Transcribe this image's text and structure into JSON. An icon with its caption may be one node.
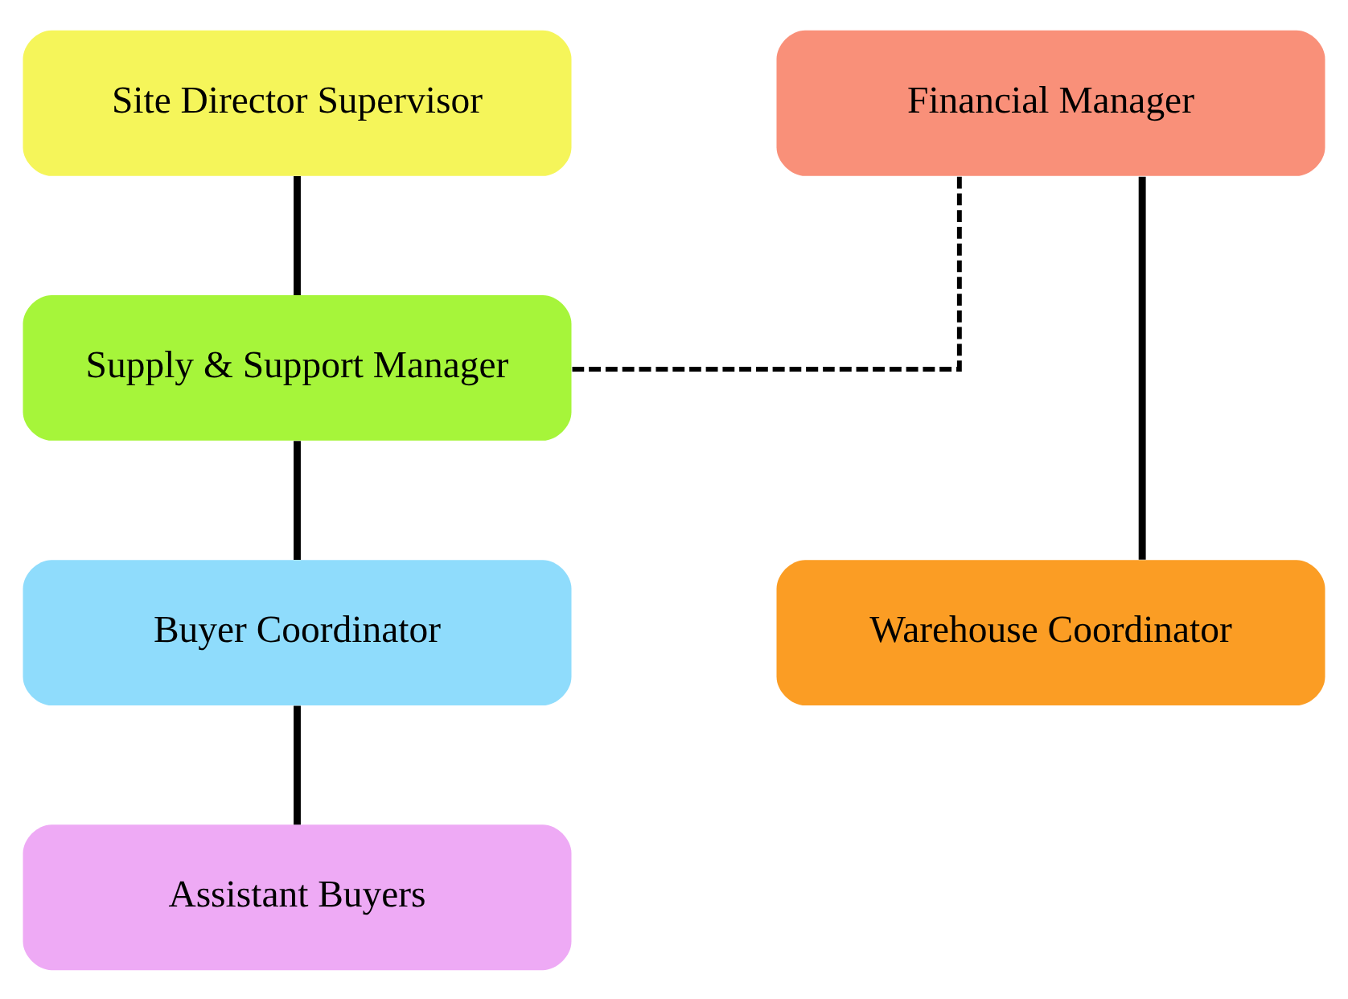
{
  "diagram": {
    "nodes": [
      {
        "text": [
          "Site Director Supervisor"
        ]
      },
      {
        "text": [
          "Financial Manager"
        ]
      },
      {
        "text": [
          "Supply & Support Manager"
        ]
      },
      {
        "text": [
          "Buyer Coordinator"
        ]
      },
      {
        "text": [
          "Warehouse Coordinator"
        ]
      },
      {
        "text": [
          "Assistant Buyers"
        ]
      }
    ],
    "edges": [
      {
        "from": 0,
        "to": 2,
        "arrow": "none"
      },
      {
        "from": 2,
        "to": 1,
        "arrow": "none",
        "style": "dashed"
      },
      {
        "from": 1,
        "to": 4,
        "arrow": "none"
      },
      {
        "from": 2,
        "to": 3,
        "arrow": "none"
      },
      {
        "from": 3,
        "to": 5,
        "arrow": "none"
      }
    ]
  }
}
